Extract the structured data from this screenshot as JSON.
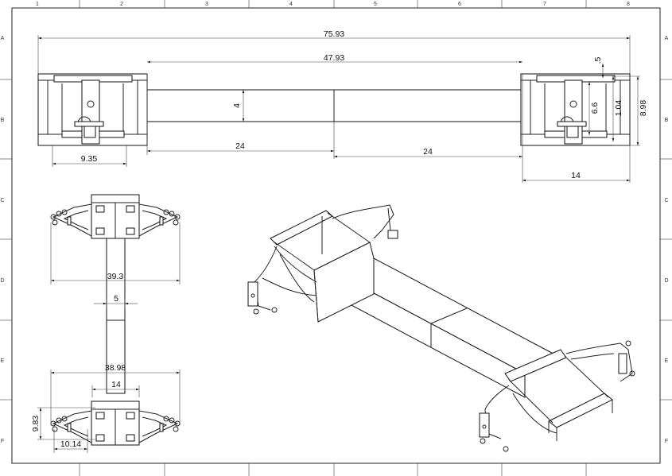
{
  "sheet": {
    "columns": [
      "1",
      "2",
      "3",
      "4",
      "5",
      "6",
      "7",
      "8"
    ],
    "rows": [
      "A",
      "B",
      "C",
      "D",
      "E",
      "F"
    ]
  },
  "top_view": {
    "dims": {
      "overall_length": "75.93",
      "beam_length": "47.93",
      "beam_height": "4",
      "half_left": "24",
      "half_right": "24",
      "end_offset": "9.35",
      "end_width": "14",
      "small_gap": ".5",
      "inner_height": "6.6",
      "mid_height": "1.04",
      "end_height": "8.98"
    }
  },
  "side_view": {
    "dims": {
      "top_width": "39.3",
      "beam_width": "5",
      "bottom_width": "38.98",
      "block_width": "14",
      "block_height": "9.83",
      "arm_length": "10.14"
    }
  },
  "colors": {
    "line": "#222222",
    "background": "#ffffff"
  }
}
